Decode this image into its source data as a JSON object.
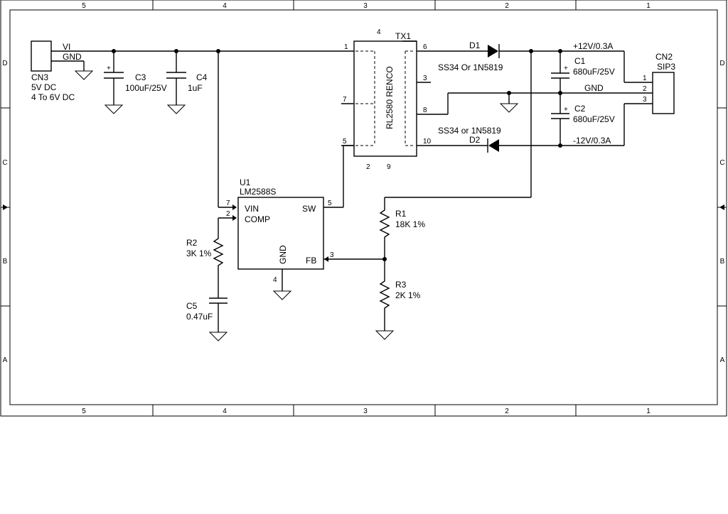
{
  "frame": {
    "col_labels": [
      "5",
      "4",
      "3",
      "2",
      "1"
    ],
    "row_labels": [
      "D",
      "C",
      "B",
      "A"
    ]
  },
  "cn3": {
    "ref": "CN3",
    "pin_vi": "VI",
    "pin_gnd": "GND",
    "desc1": "5V  DC",
    "desc2": "4 To 6V DC"
  },
  "c3": {
    "ref": "C3",
    "value": "100uF/25V",
    "polarity": "+"
  },
  "c4": {
    "ref": "C4",
    "value": "1uF"
  },
  "tx1": {
    "ref": "TX1",
    "part": "RL2580 RENCO",
    "pin1": "1",
    "pin2": "2",
    "pin3": "3",
    "pin4": "4",
    "pin5": "5",
    "pin6": "6",
    "pin7": "7",
    "pin8": "8",
    "pin9": "9",
    "pin10": "10"
  },
  "d1": {
    "ref": "D1",
    "part": "SS34 Or 1N5819"
  },
  "d2": {
    "ref": "D2",
    "part": "SS34 or 1N5819"
  },
  "c1": {
    "ref": "C1",
    "value": "680uF/25V",
    "polarity": "+"
  },
  "c2": {
    "ref": "C2",
    "value": "680uF/25V",
    "polarity": "+"
  },
  "rails": {
    "pos": "+12V/0.3A",
    "gnd": "GND",
    "neg": "-12V/0.3A"
  },
  "cn2": {
    "ref": "CN2",
    "type": "SIP3",
    "pin1": "1",
    "pin2": "2",
    "pin3": "3"
  },
  "u1": {
    "ref": "U1",
    "part": "LM2588S",
    "vin": "VIN",
    "comp": "COMP",
    "sw": "SW",
    "gnd": "GND",
    "fb": "FB",
    "pin_vin": "7",
    "pin_comp": "2",
    "pin_sw": "5",
    "pin_gnd": "4",
    "pin_fb": "3"
  },
  "r1": {
    "ref": "R1",
    "value": "18K 1%"
  },
  "r2": {
    "ref": "R2",
    "value": "3K 1%"
  },
  "r3": {
    "ref": "R3",
    "value": "2K  1%"
  },
  "c5": {
    "ref": "C5",
    "value": "0.47uF"
  }
}
